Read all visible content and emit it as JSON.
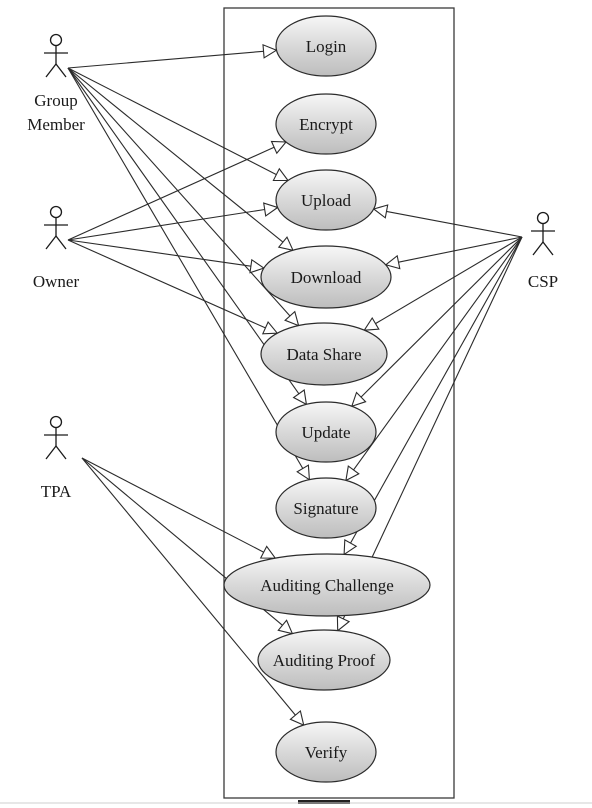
{
  "actors": [
    {
      "id": "group-member",
      "lines": [
        "Group",
        "Member"
      ]
    },
    {
      "id": "owner",
      "lines": [
        "Owner"
      ]
    },
    {
      "id": "tpa",
      "lines": [
        "TPA"
      ]
    },
    {
      "id": "csp",
      "lines": [
        "CSP"
      ]
    }
  ],
  "use_cases": [
    {
      "id": "login",
      "label": "Login"
    },
    {
      "id": "encrypt",
      "label": "Encrypt"
    },
    {
      "id": "upload",
      "label": "Upload"
    },
    {
      "id": "download",
      "label": "Download"
    },
    {
      "id": "data-share",
      "label": "Data Share"
    },
    {
      "id": "update",
      "label": "Update"
    },
    {
      "id": "signature",
      "label": "Signature"
    },
    {
      "id": "auditing-challenge",
      "label": "Auditing Challenge"
    },
    {
      "id": "auditing-proof",
      "label": "Auditing Proof"
    },
    {
      "id": "verify",
      "label": "Verify"
    }
  ],
  "associations": [
    {
      "from": "group-member",
      "to": "login"
    },
    {
      "from": "group-member",
      "to": "upload"
    },
    {
      "from": "group-member",
      "to": "download"
    },
    {
      "from": "group-member",
      "to": "data-share"
    },
    {
      "from": "group-member",
      "to": "update"
    },
    {
      "from": "group-member",
      "to": "signature"
    },
    {
      "from": "owner",
      "to": "encrypt"
    },
    {
      "from": "owner",
      "to": "upload"
    },
    {
      "from": "owner",
      "to": "download"
    },
    {
      "from": "owner",
      "to": "data-share"
    },
    {
      "from": "tpa",
      "to": "auditing-challenge"
    },
    {
      "from": "tpa",
      "to": "auditing-proof"
    },
    {
      "from": "tpa",
      "to": "verify"
    },
    {
      "from": "csp",
      "to": "upload"
    },
    {
      "from": "csp",
      "to": "download"
    },
    {
      "from": "csp",
      "to": "data-share"
    },
    {
      "from": "csp",
      "to": "update"
    },
    {
      "from": "csp",
      "to": "signature"
    },
    {
      "from": "csp",
      "to": "auditing-challenge"
    },
    {
      "from": "csp",
      "to": "auditing-proof"
    }
  ]
}
